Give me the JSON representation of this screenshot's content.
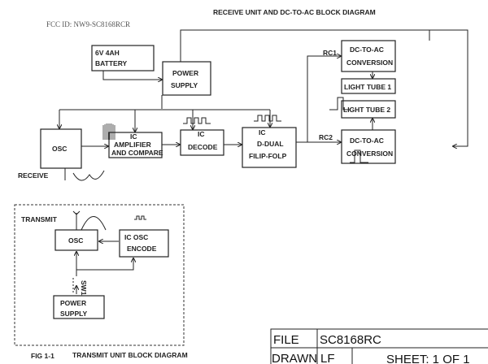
{
  "header": {
    "fcc_id": "FCC ID: NW9-SC8168RCR",
    "title": "RECEIVE UNIT AND DC-TO-AC BLOCK DIAGRAM"
  },
  "receive": {
    "battery": [
      "6V  4AH",
      "BATTERY"
    ],
    "power_supply": [
      "POWER",
      "SUPPLY"
    ],
    "osc": "OSC",
    "receive_label": "RECEIVE",
    "amplifier": [
      "IC",
      "AMPLIFIER",
      "AND COMPARE"
    ],
    "decode": [
      "IC",
      "DECODE"
    ],
    "dual": [
      "IC",
      "D-DUAL",
      "FILIP-FOLP"
    ],
    "rc1": "RC1",
    "rc2": "RC2",
    "dc_ac_top": [
      "DC-TO-AC",
      "CONVERSION"
    ],
    "light_tube_1": "LIGHT TUBE 1",
    "light_tube_2": "LIGHT TUBE 2",
    "dc_ac_bottom": [
      "DC-TO-AC",
      "CONVERSION"
    ]
  },
  "transmit": {
    "label": "TRANSMIT",
    "osc": "OSC",
    "encode": [
      "IC OSC",
      "ENCODE"
    ],
    "switch": "SW1",
    "power_supply": [
      "POWER",
      "SUPPLY"
    ],
    "caption_fig": "FIG 1-1",
    "caption": "TRANSMIT UNIT BLOCK DIAGRAM"
  },
  "title_block": {
    "file_label": "FILE",
    "file_value": "SC8168RC",
    "drawn_label": "DRAWN",
    "drawn_value": "LF",
    "sheet": "SHEET: 1 OF 1"
  }
}
